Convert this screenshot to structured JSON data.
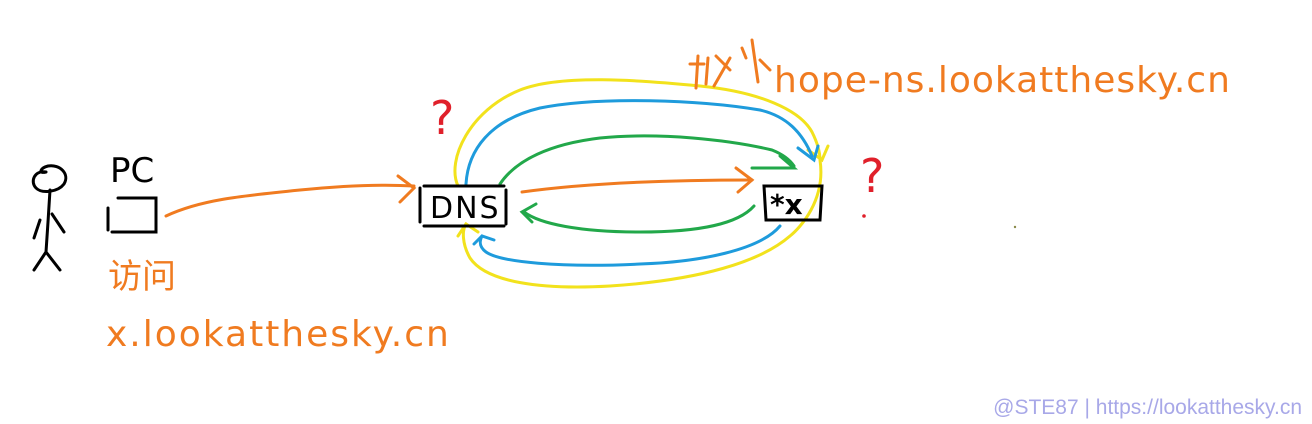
{
  "colors": {
    "ink": "#000000",
    "orange": "#f07b20",
    "yellow": "#f2e21c",
    "blue": "#1e9bdc",
    "green": "#22a84a",
    "red": "#e0202a",
    "watermark": "#a8a8e8"
  },
  "pc": {
    "label": "PC"
  },
  "action": {
    "verb": "访问",
    "domain": "x.lookatthesky.cn"
  },
  "dns": {
    "label": "DNS",
    "question": "?"
  },
  "nameserver": {
    "label": "*x",
    "question": "?",
    "caption": "hope-ns.lookatthesky.cn"
  },
  "watermark": {
    "text": "@STE87 | https://lookatthesky.cn"
  }
}
